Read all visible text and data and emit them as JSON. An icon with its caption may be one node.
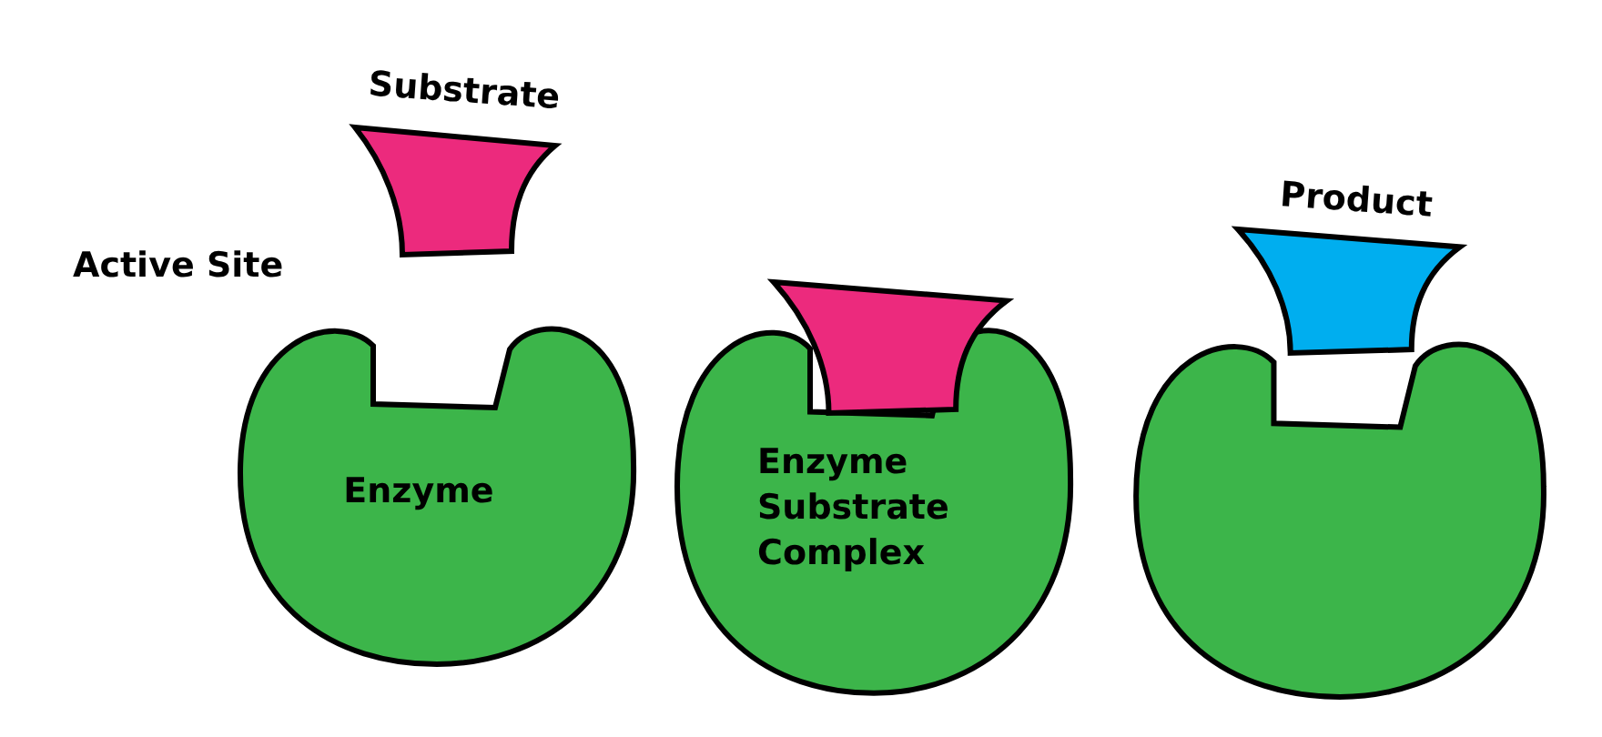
{
  "diagram": {
    "nodes": [
      {
        "text": [
          "Substrate"
        ]
      },
      {
        "text": [
          "Enzyme"
        ]
      },
      {
        "text": [
          "Enzyme Substrate Complex"
        ]
      },
      {
        "text": [],
        "shape": "trapezoid"
      },
      {
        "text": [
          "Product"
        ]
      },
      {
        "text": [],
        "shape": "blob"
      }
    ],
    "labels": [
      "Active Site"
    ]
  }
}
